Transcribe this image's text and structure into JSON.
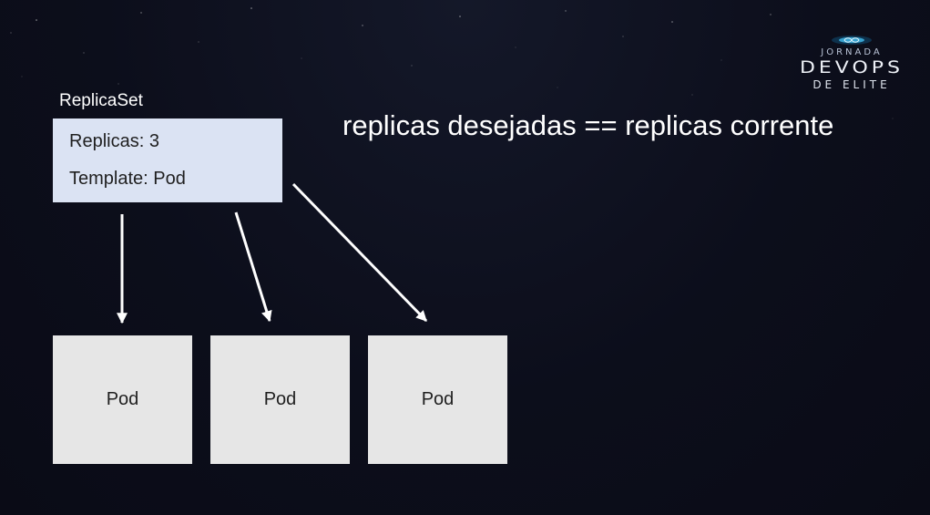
{
  "logo": {
    "top": "JORNADA",
    "main": "DEVOPS",
    "sub": "DE ELITE"
  },
  "replicaset": {
    "label": "ReplicaSet",
    "replicas_line": "Replicas: 3",
    "template_line": "Template: Pod"
  },
  "headline": "replicas desejadas == replicas corrente",
  "pods": [
    {
      "label": "Pod"
    },
    {
      "label": "Pod"
    },
    {
      "label": "Pod"
    }
  ],
  "colors": {
    "background": "#0d0f1d",
    "replicaset_fill": "#dbe3f3",
    "pod_fill": "#e6e6e6",
    "arrow": "#ffffff",
    "logo_accent": "#3fb6e6"
  }
}
